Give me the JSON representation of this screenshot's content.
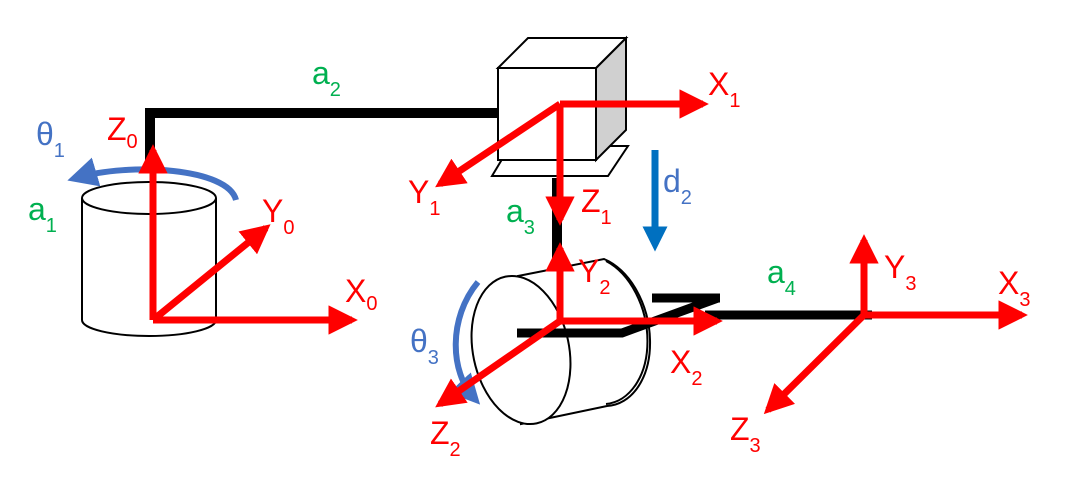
{
  "colors": {
    "axis": "#ff0000",
    "link": "#000000",
    "joint_motion": "#4472c4",
    "prismatic_arrow": "#0070c0",
    "link_length_label": "#00b050",
    "box_side": "#d0d0d0"
  },
  "frames": [
    {
      "id": "frame-0",
      "x_axis": {
        "base": "X",
        "sub": "0"
      },
      "y_axis": {
        "base": "Y",
        "sub": "0"
      },
      "z_axis": {
        "base": "Z",
        "sub": "0"
      }
    },
    {
      "id": "frame-1",
      "x_axis": {
        "base": "X",
        "sub": "1"
      },
      "y_axis": {
        "base": "Y",
        "sub": "1"
      },
      "z_axis": {
        "base": "Z",
        "sub": "1"
      }
    },
    {
      "id": "frame-2",
      "x_axis": {
        "base": "X",
        "sub": "2"
      },
      "y_axis": {
        "base": "Y",
        "sub": "2"
      },
      "z_axis": {
        "base": "Z",
        "sub": "2"
      }
    },
    {
      "id": "frame-3",
      "x_axis": {
        "base": "X",
        "sub": "3"
      },
      "y_axis": {
        "base": "Y",
        "sub": "3"
      },
      "z_axis": {
        "base": "Z",
        "sub": "3"
      }
    }
  ],
  "link_lengths": [
    {
      "base": "a",
      "sub": "1"
    },
    {
      "base": "a",
      "sub": "2"
    },
    {
      "base": "a",
      "sub": "3"
    },
    {
      "base": "a",
      "sub": "4"
    }
  ],
  "joint_variables": [
    {
      "base": "θ",
      "sub": "1",
      "type": "revolute"
    },
    {
      "base": "d",
      "sub": "2",
      "type": "prismatic"
    },
    {
      "base": "θ",
      "sub": "3",
      "type": "revolute"
    }
  ]
}
